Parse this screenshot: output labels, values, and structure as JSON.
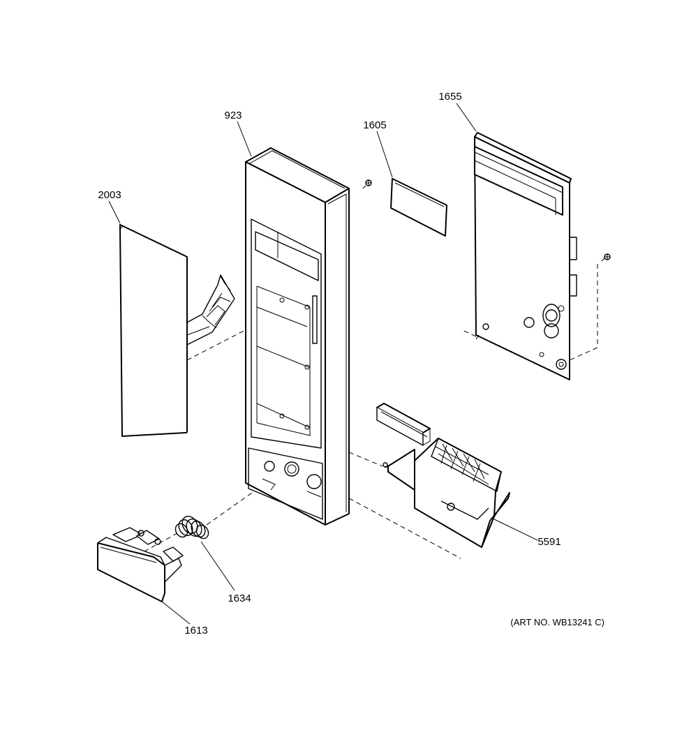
{
  "parts": {
    "p923": {
      "number": "923"
    },
    "p1605": {
      "number": "1605"
    },
    "p1655": {
      "number": "1655"
    },
    "p2003": {
      "number": "2003"
    },
    "p5591": {
      "number": "5591"
    },
    "p1634": {
      "number": "1634"
    },
    "p1613": {
      "number": "1613"
    }
  },
  "art_number": "(ART NO. WB13241 C)"
}
